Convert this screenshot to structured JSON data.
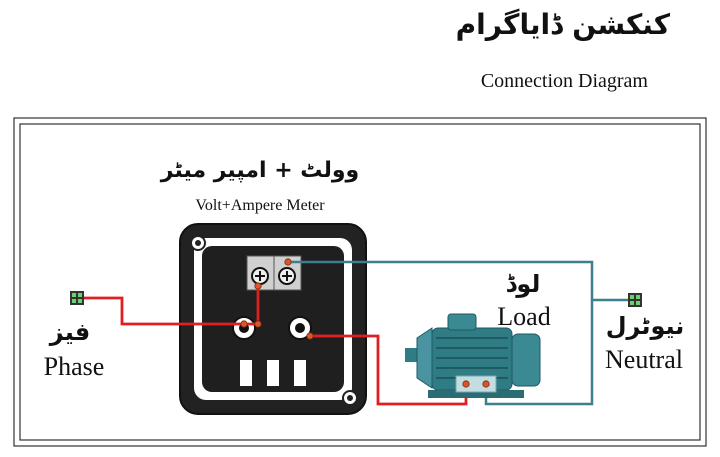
{
  "title": {
    "urdu": "کنکشن ڈایاگرام",
    "english": "Connection Diagram"
  },
  "meter": {
    "urdu": "وولٹ + امپیر میٹر",
    "english": "Volt+Ampere Meter"
  },
  "load": {
    "urdu": "لوڈ",
    "english": "Load"
  },
  "phase": {
    "urdu": "فیز",
    "english": "Phase"
  },
  "neutral": {
    "urdu": "نیوٹرل",
    "english": "Neutral"
  },
  "colors": {
    "phase_wire": "#e02020",
    "neutral_wire": "#3d7f8f",
    "meter_body": "#1f1f1f",
    "motor_body": "#2f7c84",
    "terminal_dot": "#d9552b"
  },
  "icons": [
    "phase-connector-icon",
    "neutral-connector-icon",
    "motor-icon",
    "meter-icon"
  ]
}
